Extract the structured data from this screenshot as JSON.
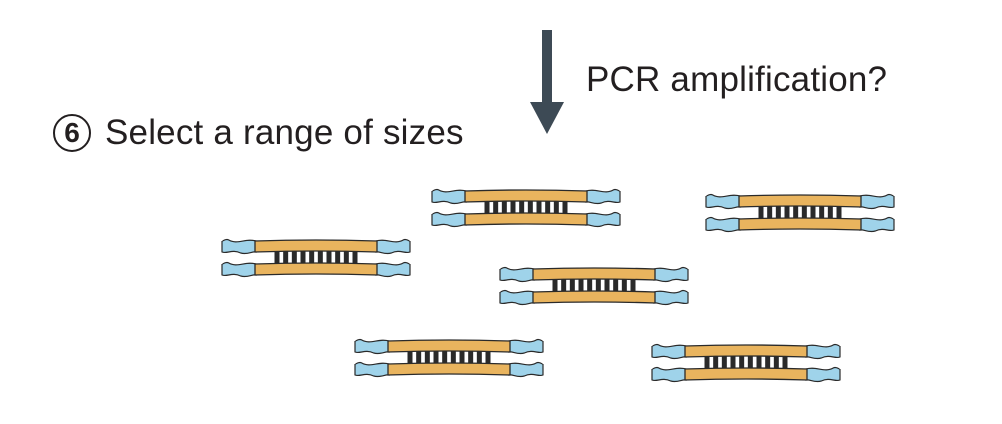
{
  "labels": {
    "pcr": "PCR amplification?",
    "step_number": "6",
    "step_text": "Select a range of sizes"
  },
  "colors": {
    "text": "#231f20",
    "arrow": "#3d4a55",
    "insert_fill": "#e9b45e",
    "adapter_fill": "#9fd3ea",
    "outline": "#2a2a2a"
  },
  "fragments": [
    {
      "id": "fragment-1"
    },
    {
      "id": "fragment-2"
    },
    {
      "id": "fragment-3"
    },
    {
      "id": "fragment-4"
    },
    {
      "id": "fragment-5"
    },
    {
      "id": "fragment-6"
    }
  ]
}
